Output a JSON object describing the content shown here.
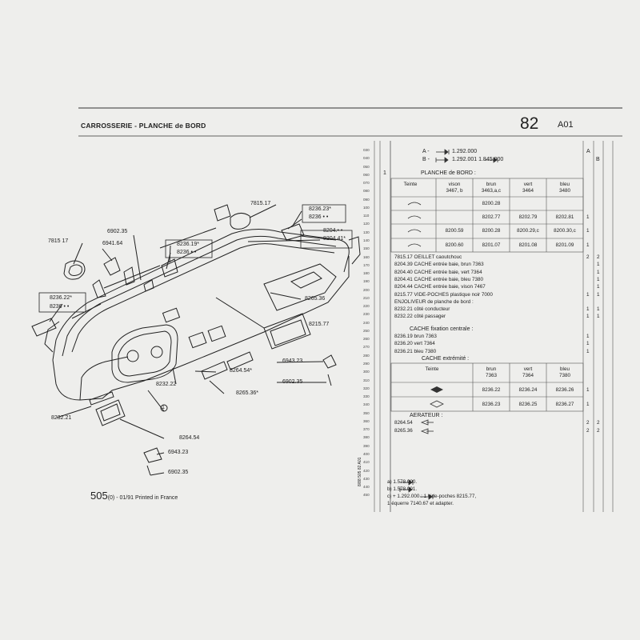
{
  "header": {
    "title": "CARROSSERIE - PLANCHE de BORD",
    "section": "82",
    "code": "A01"
  },
  "footer": {
    "page": "505",
    "meta": "(0) - 01/91 Printed in France"
  },
  "vertical_ref": "8/88  505  82  A01",
  "row_numbers": [
    "030",
    "040",
    "050",
    "060",
    "070",
    "080",
    "090",
    "100",
    "110",
    "120",
    "130",
    "140",
    "150",
    "160",
    "170",
    "180",
    "190",
    "200",
    "210",
    "220",
    "230",
    "240",
    "250",
    "260",
    "270",
    "280",
    "290",
    "300",
    "310",
    "320",
    "330",
    "340",
    "350",
    "360",
    "370",
    "380",
    "390",
    "400",
    "410",
    "420",
    "430",
    "440",
    "450"
  ],
  "version_a": {
    "letter": "A -",
    "text": "1.292.000",
    "col": "A"
  },
  "version_b": {
    "letter": "B -",
    "text": "1.292.001   1.845.000",
    "col": "B"
  },
  "planche": {
    "qty": "1",
    "label": "PLANCHE de BORD :"
  },
  "teinte_table": {
    "header": [
      "Teinte",
      "vison\n3467, b",
      "brun\n3463,a,c",
      "vert\n3464",
      "bleu\n3480"
    ],
    "rows": [
      {
        "ref": [
          "",
          "8200.28",
          "",
          ""
        ],
        "qty": "",
        "qtyb": ""
      },
      {
        "ref": [
          "",
          "8202.77",
          "8202.79",
          "8202.81"
        ],
        "qty": "1",
        "qtyb": ""
      },
      {
        "ref": [
          "8200.59",
          "8200.28",
          "8200.29,c",
          "8200.30,c"
        ],
        "qty": "1",
        "qtyb": ""
      },
      {
        "ref": [
          "8200.60",
          "8201.07",
          "8201.08",
          "8201.09"
        ],
        "qty": "1",
        "qtyb": ""
      }
    ]
  },
  "parts": [
    {
      "text": "7815.17 OEILLET caoutchouc",
      "qa": "2",
      "qb": "2"
    },
    {
      "text": "8204.39 CACHE entrée baie, brun 7363",
      "qa": "",
      "qb": "1"
    },
    {
      "text": "8204.40 CACHE entrée baie, vert 7364",
      "qa": "",
      "qb": "1"
    },
    {
      "text": "8204.41 CACHE entrée baie, bleu 7380",
      "qa": "",
      "qb": "1"
    },
    {
      "text": "8204.44 CACHE entrée baie, vison 7467",
      "qa": "",
      "qb": "1"
    },
    {
      "text": "8215.77 VIDE-POCHES plastique noir 7000",
      "qa": "1",
      "qb": "1"
    },
    {
      "text": "ENJOLIVEUR de planche de bord :",
      "qa": "",
      "qb": ""
    },
    {
      "text": "8232.21  côté conducteur",
      "qa": "1",
      "qb": "1"
    },
    {
      "text": "8232.22  côté passager",
      "qa": "1",
      "qb": "1"
    }
  ],
  "cache_fix": {
    "label": "CACHE fixation centrale :",
    "items": [
      {
        "text": "8236.19  brun 7363",
        "qa": "1",
        "qb": ""
      },
      {
        "text": "8236.20  vert 7364",
        "qa": "1",
        "qb": ""
      },
      {
        "text": "8236.21  bleu 7380",
        "qa": "1",
        "qb": ""
      }
    ],
    "extremite": "CACHE extrémité :"
  },
  "cache_table": {
    "header": [
      "Teinte",
      "brun\n7363",
      "vert\n7364",
      "bleu\n7380"
    ],
    "rows": [
      {
        "ref": [
          "8236.22",
          "8236.24",
          "8236.26"
        ],
        "qty": "1"
      },
      {
        "ref": [
          "8236.23",
          "8236.25",
          "8236.27"
        ],
        "qty": "1"
      }
    ]
  },
  "aerateur": {
    "label": "AERATEUR :",
    "items": [
      {
        "text": "8264.54",
        "qa": "2",
        "qb": "2"
      },
      {
        "text": "8265.36",
        "qa": "2",
        "qb": "2"
      }
    ]
  },
  "notes": [
    "a)        1.578.000.",
    "b)        1.578.001.",
    "c)   +        1.292.000 : 1 vide-poches 8215.77,",
    "        1 équerre 7140.67 et adapter."
  ],
  "callouts": {
    "c7815_17_top": "7815.17",
    "c8236_23": "8236.23*",
    "c8236_top": "8236 • •",
    "c6902_35_top": "6902.35",
    "c7815_17_left": "7815 17",
    "c6941_64": "6941.64",
    "c8236_19": "8236.19*",
    "c8236_mid": "8236 • •",
    "c8204_1": "8204.• •",
    "c8204_41": "8204.41*",
    "c8236_22": "8236.22*",
    "c8236_left": "8236 • •",
    "c8265_36_top": "8265.36",
    "c8215_77": "8215.77",
    "c8264_54_mid": "8264.54*",
    "c6943_23_mid": "6943.23",
    "c6902_35_mid": "6902.35",
    "c8232_22": "8232.22",
    "c8265_36_mid": "8265.36*",
    "c8232_21": "8232.21",
    "c_one": "1",
    "c8264_54_bot": "8264.54",
    "c6943_23_bot": "6943.23",
    "c6902_35_bot": "6902.35"
  }
}
